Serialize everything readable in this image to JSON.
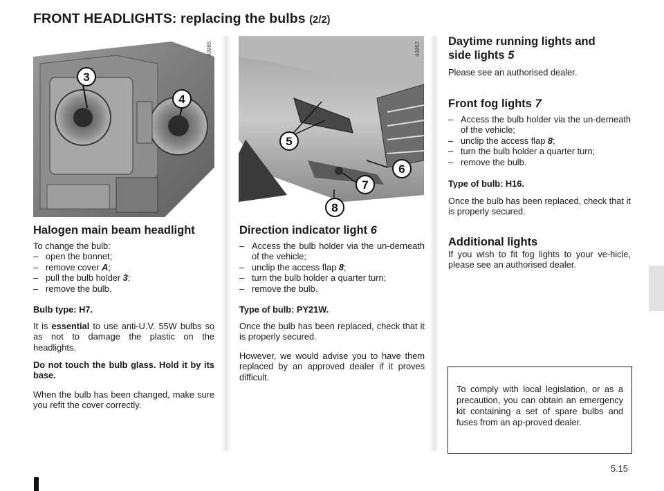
{
  "header": {
    "title": "FRONT HEADLIGHTS: replacing the bulbs",
    "subtitle": "(2/2)"
  },
  "figures": {
    "left": {
      "code": "40965",
      "callouts": [
        "3",
        "4"
      ]
    },
    "middle": {
      "code": "40967",
      "callouts": [
        "5",
        "6",
        "7",
        "8"
      ]
    }
  },
  "halogen": {
    "heading": "Halogen main beam headlight",
    "intro": "To change the bulb:",
    "steps": [
      "open the bonnet;",
      "remove cover ",
      "pull the bulb holder ",
      "remove the bulb."
    ],
    "cover_ref": "A",
    "holder_ref": "3",
    "step_end": ";",
    "bulb_type": "Bulb type: H7.",
    "essential_pre": "It is ",
    "essential_word": "essential",
    "essential_post": " to use anti-U.V. 55W bulbs so as not to damage the plastic on the headlights.",
    "warning": "Do not touch the bulb glass. Hold it by its base.",
    "refit": "When the bulb has been changed, make sure you refit the cover correctly."
  },
  "indicator": {
    "heading": "Direction indicator light ",
    "heading_ref": "6",
    "steps": [
      "Access the bulb holder via the un-derneath of the vehicle;",
      "unclip the access flap ",
      "turn the bulb holder a quarter turn;",
      "remove the bulb."
    ],
    "flap_ref": "8",
    "step_end": ";",
    "bulb_type": "Type of bulb: PY21W.",
    "secured": "Once the bulb has been replaced, check that it is properly secured.",
    "advice": "However, we would advise you to have them replaced by an approved dealer if it proves difficult."
  },
  "drl": {
    "heading_line1": "Daytime running lights and",
    "heading_line2": "side lights ",
    "heading_ref": "5",
    "text": "Please see an authorised dealer."
  },
  "fog": {
    "heading": "Front fog lights ",
    "heading_ref": "7",
    "steps": [
      "Access the bulb holder via the un-derneath of the vehicle;",
      "unclip the access flap ",
      "turn the bulb holder a quarter turn;",
      "remove the bulb."
    ],
    "flap_ref": "8",
    "step_end": ";",
    "bulb_type": "Type of bulb: H16.",
    "secured": "Once the bulb has been replaced, check that it is properly secured."
  },
  "additional": {
    "heading": "Additional lights",
    "text": "If you wish to fit fog lights to your ve-hicle, please see an authorised dealer."
  },
  "notice": "To comply with local legislation, or as a precaution, you can obtain an emergency kit containing a set of spare bulbs and fuses from an ap-proved dealer.",
  "page_number": "5.15",
  "colors": {
    "text": "#1a1a1a",
    "side_tab": "#e2e2e2",
    "divider": "#e7e7e7"
  }
}
